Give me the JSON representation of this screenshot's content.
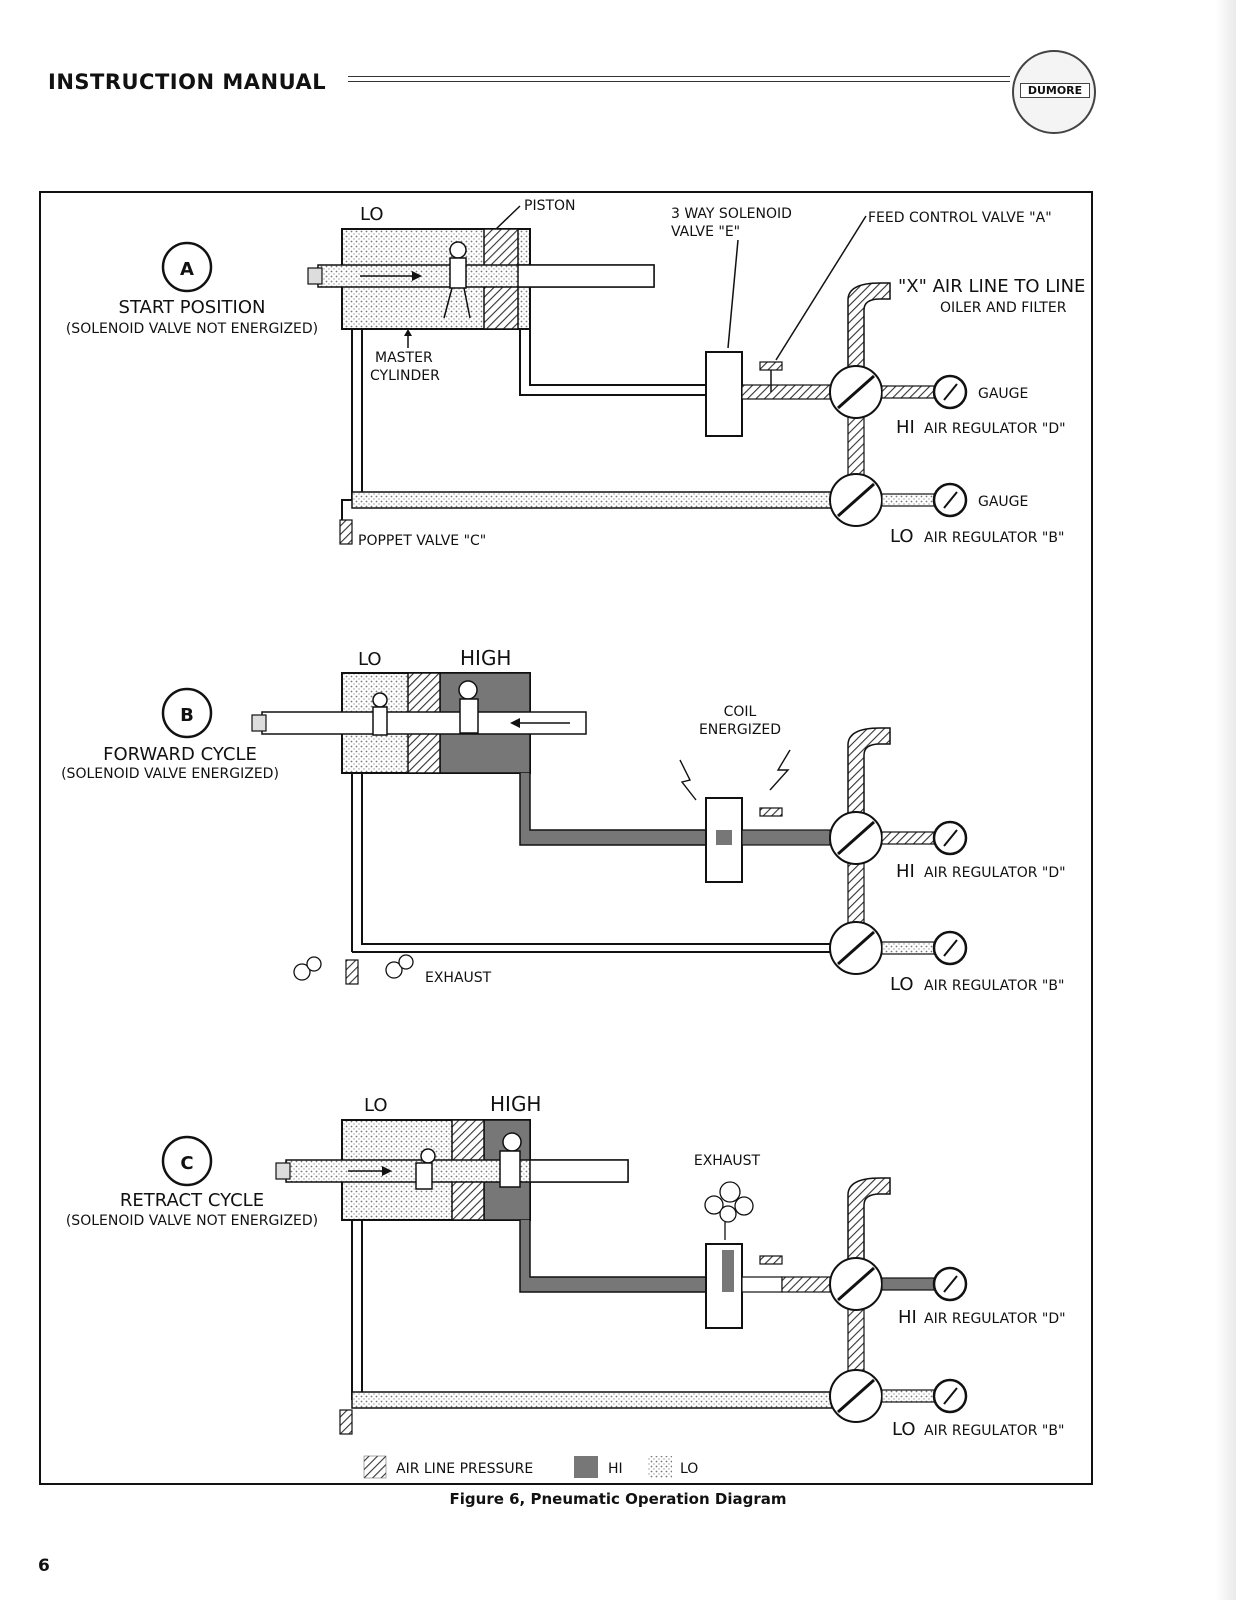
{
  "header": {
    "title": "INSTRUCTION MANUAL",
    "logo_text": "DUMORE"
  },
  "page_number": "6",
  "caption": "Figure 6, Pneumatic Operation Diagram",
  "panels": [
    {
      "letter": "A",
      "title": "START POSITION",
      "subtitle": "(SOLENOID VALVE NOT ENERGIZED)",
      "lo": "LO",
      "piston": "PISTON",
      "solenoid": [
        "3 WAY SOLENOID",
        "VALVE \"E\""
      ],
      "feed": "FEED CONTROL VALVE \"A\"",
      "xline": [
        "\"X\"  AIR LINE TO LINE",
        "OILER AND FILTER"
      ],
      "master": [
        "MASTER",
        "CYLINDER"
      ],
      "gauge1": "GAUGE",
      "hi": "HI",
      "hi_reg": "AIR REGULATOR \"D\"",
      "gauge2": "GAUGE",
      "lo2": "LO",
      "lo_reg": "AIR REGULATOR \"B\"",
      "poppet": "POPPET VALVE \"C\""
    },
    {
      "letter": "B",
      "title": "FORWARD CYCLE",
      "subtitle": "(SOLENOID VALVE ENERGIZED)",
      "lo": "LO",
      "high": "HIGH",
      "coil": [
        "COIL",
        "ENERGIZED"
      ],
      "hi": "HI",
      "hi_reg": "AIR REGULATOR \"D\"",
      "lo2": "LO",
      "lo_reg": "AIR REGULATOR \"B\"",
      "exhaust": "EXHAUST"
    },
    {
      "letter": "C",
      "title": "RETRACT CYCLE",
      "subtitle": "(SOLENOID VALVE NOT ENERGIZED)",
      "lo": "LO",
      "high": "HIGH",
      "exhaust": "EXHAUST",
      "hi": "HI",
      "hi_reg": "AIR REGULATOR \"D\"",
      "lo2": "LO",
      "lo_reg": "AIR REGULATOR \"B\""
    }
  ],
  "legend": {
    "air": "AIR LINE PRESSURE",
    "hi": "HI",
    "lo": "LO"
  }
}
